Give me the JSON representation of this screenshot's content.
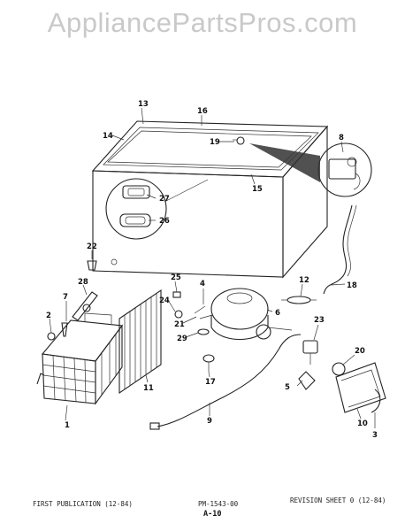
{
  "watermark": "AppliancePartsPros.com",
  "callouts": [
    "1",
    "2",
    "3",
    "4",
    "5",
    "6",
    "7",
    "8",
    "9",
    "10",
    "11",
    "12",
    "13",
    "14",
    "15",
    "16",
    "17",
    "18",
    "19",
    "20",
    "21",
    "22",
    "23",
    "24",
    "25",
    "26",
    "27",
    "28",
    "29"
  ],
  "footer": {
    "left": "FIRST PUBLICATION (12-84)",
    "center": "PM-1543-00",
    "right": "REVISION SHEET 0 (12-84)",
    "page": "A-10"
  }
}
